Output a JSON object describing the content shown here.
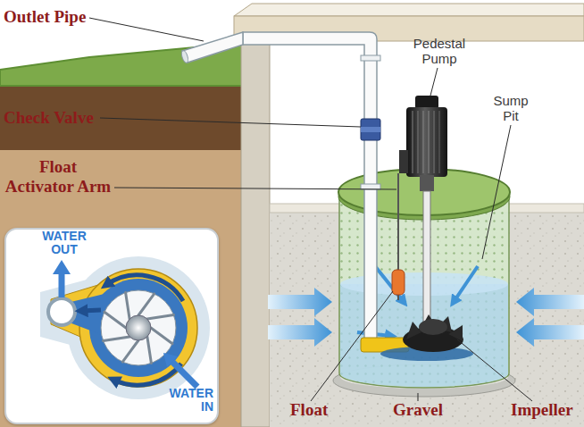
{
  "diagram": {
    "nodes": [
      {
        "text": [
          "WATER OUT",
          "WATER IN"
        ]
      }
    ],
    "labels": [
      "Outlet Pipe",
      "Check Valve",
      "Float Activator Arm",
      "Pedestal Pump",
      "Sump Pit",
      "Float",
      "Gravel",
      "Impeller"
    ]
  }
}
